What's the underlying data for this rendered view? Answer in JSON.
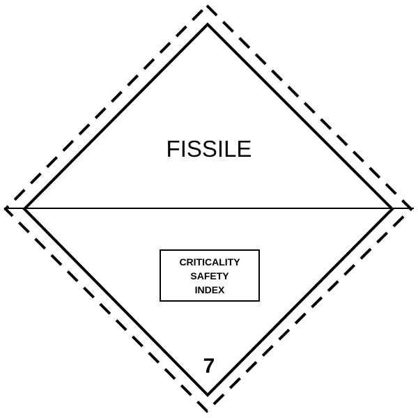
{
  "label": {
    "title": "FISSILE",
    "csi_box": {
      "line1": "CRITICALITY",
      "line2": "SAFETY",
      "line3": "INDEX"
    },
    "class_number": "7"
  },
  "colors": {
    "ink": "#000000",
    "background": "#ffffff"
  }
}
